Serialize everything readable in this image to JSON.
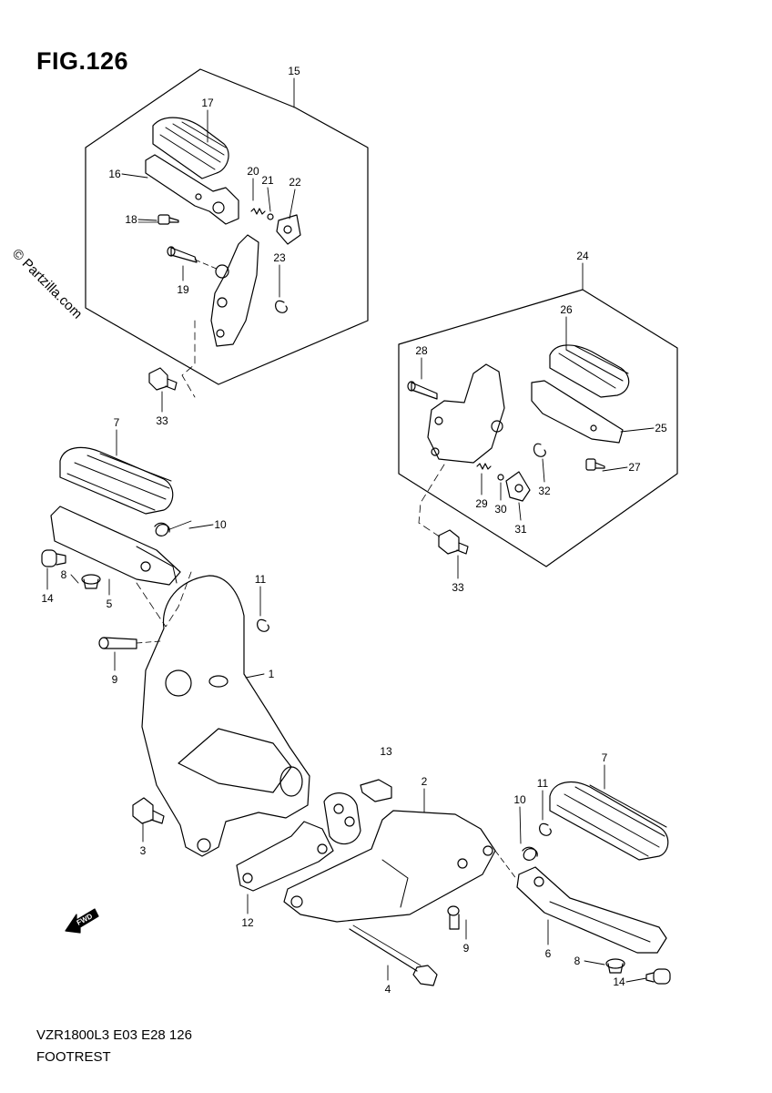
{
  "figure": {
    "title": "FIG.126",
    "watermark": "© Partzilla.com",
    "model_code": "VZR1800L3  E03  E28  126",
    "section_name": "FOOTREST",
    "fwd_label": "FWD"
  },
  "callouts": [
    {
      "key": "c15",
      "num": "15"
    },
    {
      "key": "c17",
      "num": "17"
    },
    {
      "key": "c16",
      "num": "16"
    },
    {
      "key": "c20",
      "num": "20"
    },
    {
      "key": "c21",
      "num": "21"
    },
    {
      "key": "c22",
      "num": "22"
    },
    {
      "key": "c18",
      "num": "18"
    },
    {
      "key": "c19",
      "num": "19"
    },
    {
      "key": "c23",
      "num": "23"
    },
    {
      "key": "c33a",
      "num": "33"
    },
    {
      "key": "c24",
      "num": "24"
    },
    {
      "key": "c26",
      "num": "26"
    },
    {
      "key": "c28",
      "num": "28"
    },
    {
      "key": "c25",
      "num": "25"
    },
    {
      "key": "c27",
      "num": "27"
    },
    {
      "key": "c29",
      "num": "29"
    },
    {
      "key": "c30",
      "num": "30"
    },
    {
      "key": "c32",
      "num": "32"
    },
    {
      "key": "c31",
      "num": "31"
    },
    {
      "key": "c33b",
      "num": "33"
    },
    {
      "key": "c7a",
      "num": "7"
    },
    {
      "key": "c10a",
      "num": "10"
    },
    {
      "key": "c8a",
      "num": "8"
    },
    {
      "key": "c14a",
      "num": "14"
    },
    {
      "key": "c5",
      "num": "5"
    },
    {
      "key": "c11a",
      "num": "11"
    },
    {
      "key": "c9a",
      "num": "9"
    },
    {
      "key": "c1",
      "num": "1"
    },
    {
      "key": "c13",
      "num": "13"
    },
    {
      "key": "c2",
      "num": "2"
    },
    {
      "key": "c7b",
      "num": "7"
    },
    {
      "key": "c11b",
      "num": "11"
    },
    {
      "key": "c10b",
      "num": "10"
    },
    {
      "key": "c3",
      "num": "3"
    },
    {
      "key": "c12",
      "num": "12"
    },
    {
      "key": "c9b",
      "num": "9"
    },
    {
      "key": "c6",
      "num": "6"
    },
    {
      "key": "c8b",
      "num": "8"
    },
    {
      "key": "c14b",
      "num": "14"
    },
    {
      "key": "c4",
      "num": "4"
    }
  ]
}
